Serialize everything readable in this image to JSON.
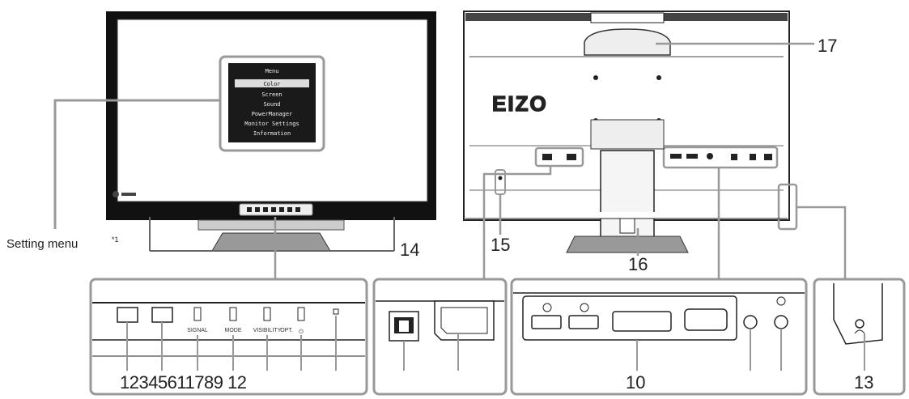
{
  "front_monitor": {
    "menu_title": "Menu",
    "menu_items": [
      "Color",
      "Screen",
      "Sound",
      "PowerManager",
      "Monitor Settings",
      "Information"
    ]
  },
  "labels": {
    "setting_menu": "Setting menu",
    "setting_menu_note": "*1",
    "n14": "14",
    "n15": "15",
    "n16": "16",
    "n17": "17",
    "n10": "10",
    "n13": "13",
    "bottom_numbers": "12345611789 12"
  },
  "rear_monitor": {
    "logo": "EIZO"
  },
  "buttons_panel": {
    "signal": "SIGNAL",
    "mode": "MODE",
    "visibility": "VISIBILITY",
    "opt": "OPT.",
    "power_symbol": "⏻"
  }
}
